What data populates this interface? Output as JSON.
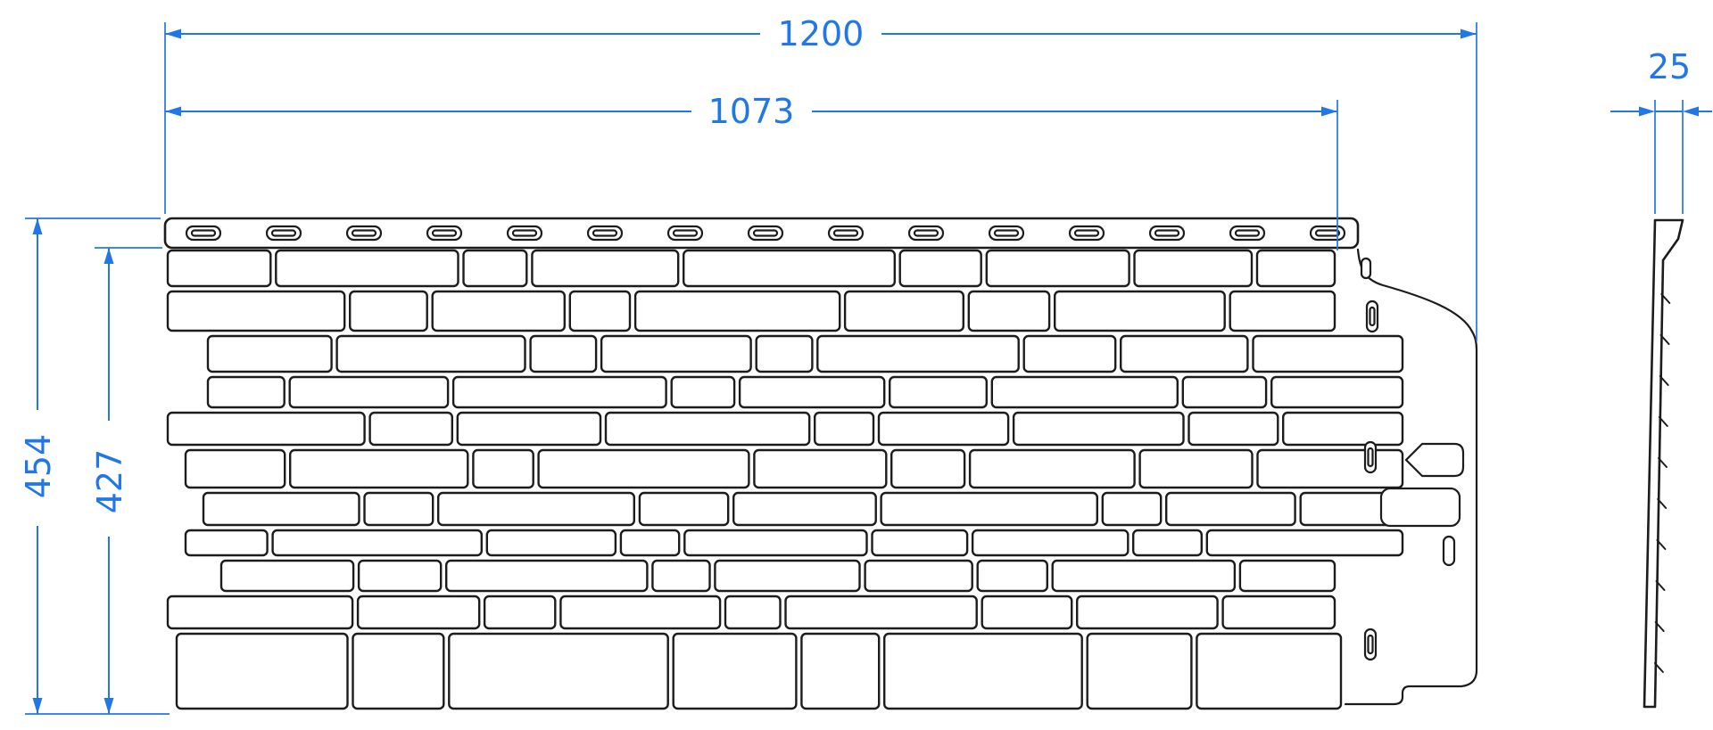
{
  "colors": {
    "dimension": "#2277e8",
    "line": "#1c1c1c",
    "background": "#ffffff"
  },
  "dims": {
    "total_width": "1200",
    "working_width": "1073",
    "total_height": "454",
    "working_height": "427",
    "thickness": "25"
  }
}
